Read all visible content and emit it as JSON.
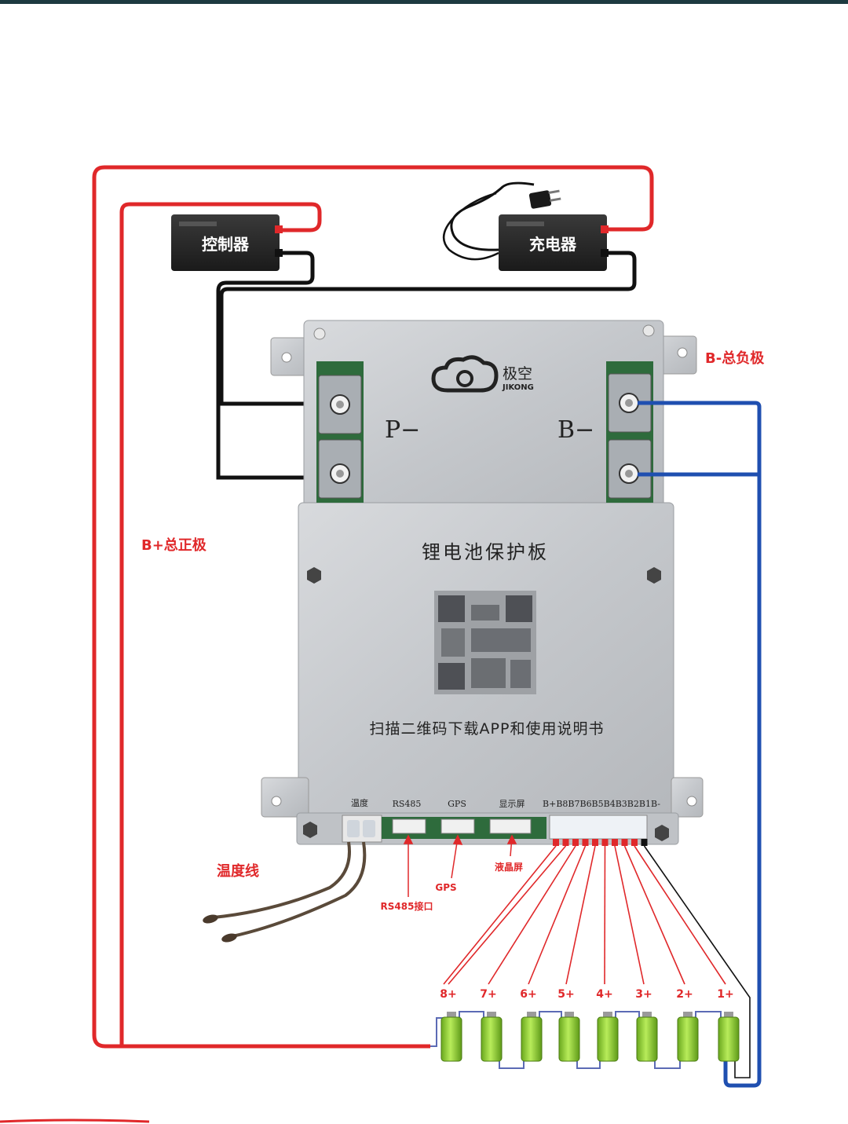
{
  "devices": {
    "controller": "控制器",
    "charger": "充电器"
  },
  "logo": {
    "name": "极空",
    "sub": "JIKONG"
  },
  "terminals": {
    "p_minus": "P−",
    "b_minus": "B−"
  },
  "labels": {
    "b_total_negative": "B-总负极",
    "b_total_positive": "B+总正极",
    "temp_wire": "温度线",
    "rs485_port": "RS485接口",
    "gps": "GPS",
    "lcd": "液晶屏"
  },
  "board": {
    "title": "锂电池保护板",
    "scan_text": "扫描二维码下载APP和使用说明书",
    "ports": {
      "temp": "温度",
      "rs485": "RS485",
      "gps": "GPS",
      "display": "显示屏",
      "balance": "B+B8B7B6B5B4B3B2B1B-"
    }
  },
  "cells": [
    "8+",
    "7+",
    "6+",
    "5+",
    "4+",
    "3+",
    "2+",
    "1+"
  ],
  "colors": {
    "positive_wire": "#e0282a",
    "negative_wire": "#1f4fb0",
    "black_wire": "#111111",
    "board_metal": "#c9ccd0",
    "cell_green": "#8fd12c"
  }
}
